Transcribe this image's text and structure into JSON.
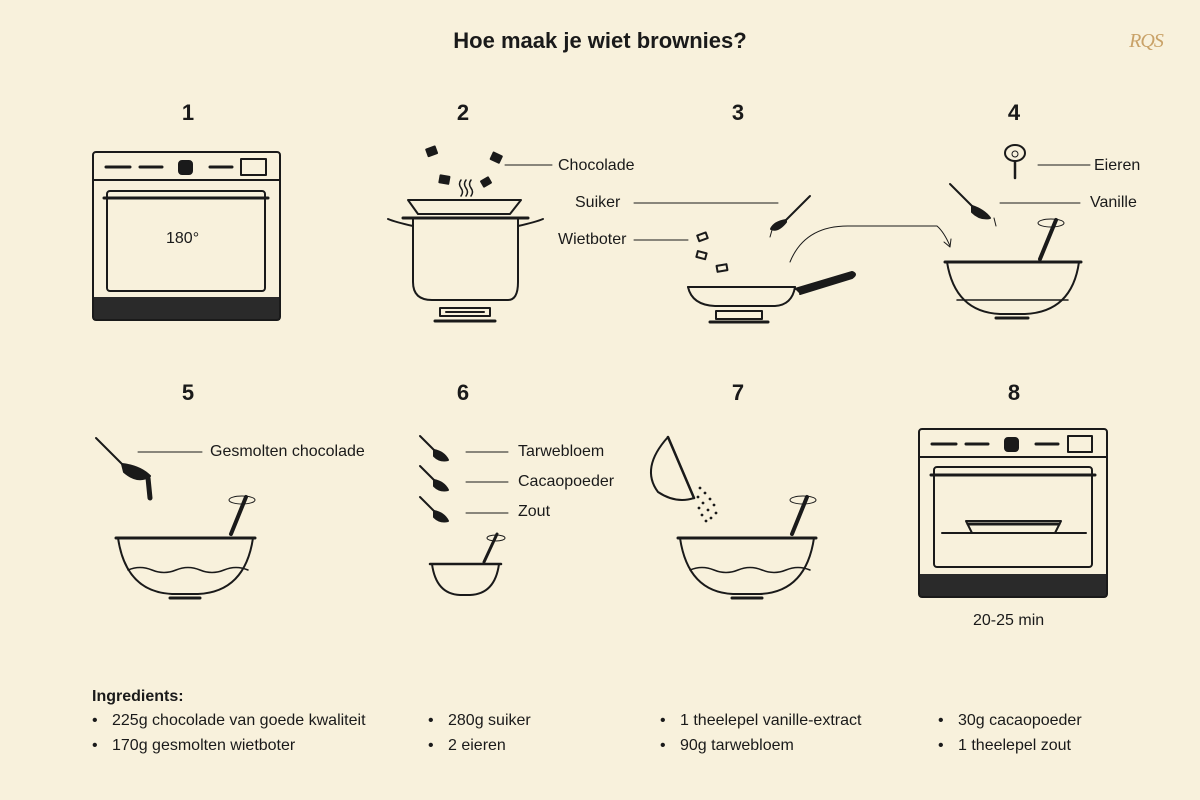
{
  "title": "Hoe maak je wiet brownies?",
  "logo": "RQS",
  "steps": [
    {
      "number": "1",
      "labels": [
        "180°"
      ]
    },
    {
      "number": "2",
      "labels": [
        "Chocolade"
      ]
    },
    {
      "number": "3",
      "labels": [
        "Suiker",
        "Wietboter"
      ]
    },
    {
      "number": "4",
      "labels": [
        "Eieren",
        "Vanille"
      ]
    },
    {
      "number": "5",
      "labels": [
        "Gesmolten chocolade"
      ]
    },
    {
      "number": "6",
      "labels": [
        "Tarwebloem",
        "Cacaopoeder",
        "Zout"
      ]
    },
    {
      "number": "7",
      "labels": []
    },
    {
      "number": "8",
      "labels": [
        "20-25 min"
      ]
    }
  ],
  "ingredients": {
    "heading": "Ingredients:",
    "items": [
      "225g chocolade van goede kwaliteit",
      "170g gesmolten wietboter",
      "280g suiker",
      "2 eieren",
      "1 theelepel vanille-extract",
      "90g tarwebloem",
      "30g cacaopoeder",
      "1 theelepel zout"
    ]
  },
  "colors": {
    "background": "#f8f1dc",
    "ink": "#1a1a1a",
    "shadow": "#2a2a2a",
    "logo": "#c9a268"
  }
}
